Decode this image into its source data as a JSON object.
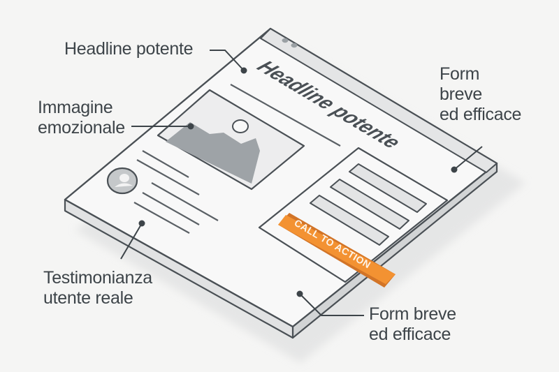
{
  "mockup": {
    "headline_text": "Headline potente",
    "cta_text": "CALL TO ACTION"
  },
  "callouts": {
    "headline": [
      "Headline potente"
    ],
    "image": [
      "Immagine",
      "emozionale"
    ],
    "form_top": [
      "Form",
      "breve",
      "ed efficace"
    ],
    "testimonial": [
      "Testimonianza",
      "utente reale"
    ],
    "form_bottom": [
      "Form breve",
      "ed efficace"
    ]
  },
  "colors": {
    "background": "#f5f5f4",
    "ink": "#4a5055",
    "panel": "#f8f8f8",
    "panel_side": "#d9dadb",
    "placeholder": "#c9cbcd",
    "cta": "#f39232",
    "cta_dark": "#d27427"
  },
  "icons": {
    "image_placeholder": "image-placeholder-icon",
    "avatar": "avatar-icon",
    "window_controls": "window-dots-icon"
  }
}
